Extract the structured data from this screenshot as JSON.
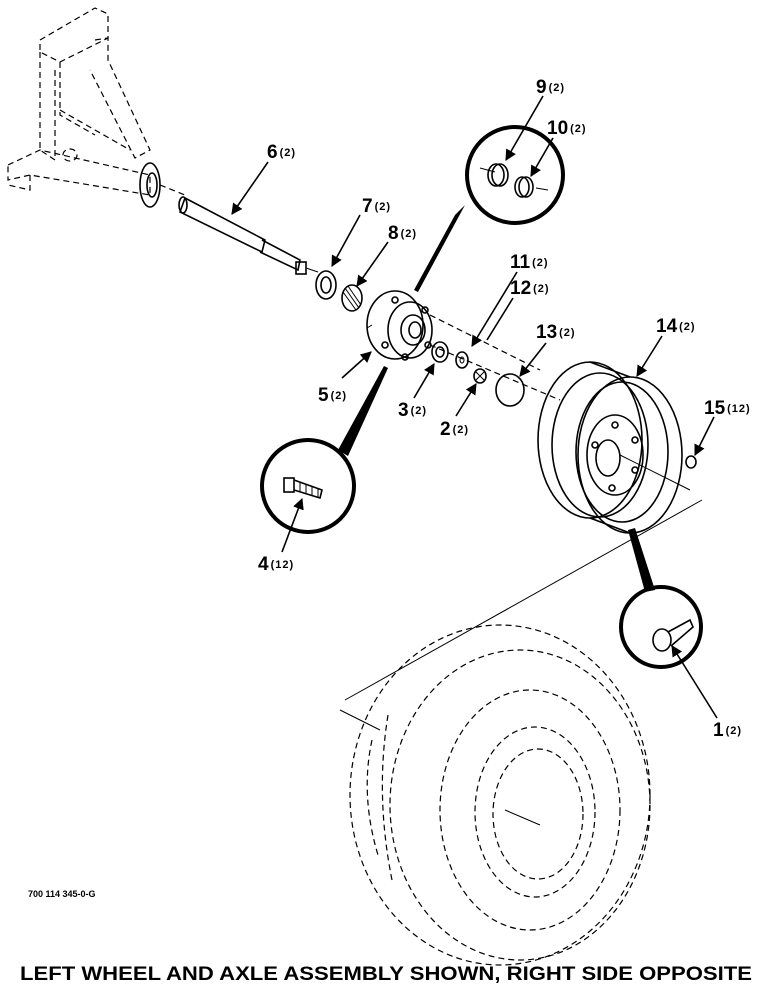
{
  "callouts": [
    {
      "id": "c1",
      "number": "1",
      "qty": "(2)"
    },
    {
      "id": "c2",
      "number": "2",
      "qty": "(2)"
    },
    {
      "id": "c3",
      "number": "3",
      "qty": "(2)"
    },
    {
      "id": "c4",
      "number": "4",
      "qty": "(12)"
    },
    {
      "id": "c5",
      "number": "5",
      "qty": "(2)"
    },
    {
      "id": "c6",
      "number": "6",
      "qty": "(2)"
    },
    {
      "id": "c7",
      "number": "7",
      "qty": "(2)"
    },
    {
      "id": "c8",
      "number": "8",
      "qty": "(2)"
    },
    {
      "id": "c9",
      "number": "9",
      "qty": "(2)"
    },
    {
      "id": "c10",
      "number": "10",
      "qty": "(2)"
    },
    {
      "id": "c11",
      "number": "11",
      "qty": "(2)"
    },
    {
      "id": "c12",
      "number": "12",
      "qty": "(2)"
    },
    {
      "id": "c13",
      "number": "13",
      "qty": "(2)"
    },
    {
      "id": "c14",
      "number": "14",
      "qty": "(2)"
    },
    {
      "id": "c15",
      "number": "15",
      "qty": "(12)"
    }
  ],
  "drawing_id": "700 114 345-0-G",
  "caption": "LEFT WHEEL AND AXLE ASSEMBLY SHOWN, RIGHT SIDE OPPOSITE"
}
